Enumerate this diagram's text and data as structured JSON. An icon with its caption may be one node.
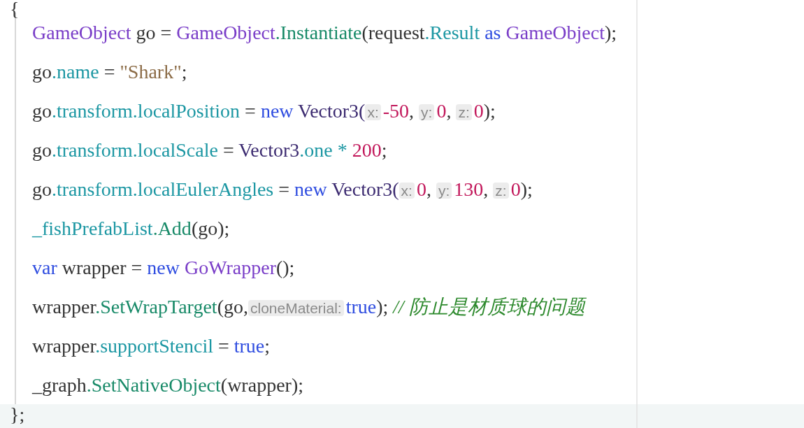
{
  "diagram": {
    "labels": [
      "{",
      "GameObject",
      "go =",
      "GameObject",
      ".Instantiate",
      "(request",
      ".Result",
      "as",
      "GameObject",
      ");",
      "go",
      ".name",
      "=",
      "\"Shark\"",
      ";",
      "go",
      ".transform.localPosition",
      "=",
      "new",
      "Vector3(",
      "x:",
      "-50",
      ",",
      "y:",
      "0",
      ",",
      "z:",
      "0",
      ");",
      "go",
      ".transform.localScale",
      "=",
      "Vector3",
      ".one",
      "*",
      "200",
      ";",
      "go",
      ".transform.localEulerAngles",
      "=",
      "new",
      "Vector3(",
      "x:",
      "0",
      ",",
      "y:",
      "130",
      ",",
      "z:",
      "0",
      ");",
      "_fishPrefabList",
      ".Add",
      "(go);",
      "var",
      "wrapper =",
      "new",
      "GoWrapper",
      "();",
      "wrapper",
      ".SetWrapTarget",
      "(go,",
      "cloneMaterial:",
      "true",
      ");",
      "// 防止是材质球的问题",
      "wrapper",
      ".supportStencil",
      "=",
      "true",
      ";",
      "_graph",
      ".SetNativeObject",
      "(wrapper);",
      "};"
    ]
  }
}
